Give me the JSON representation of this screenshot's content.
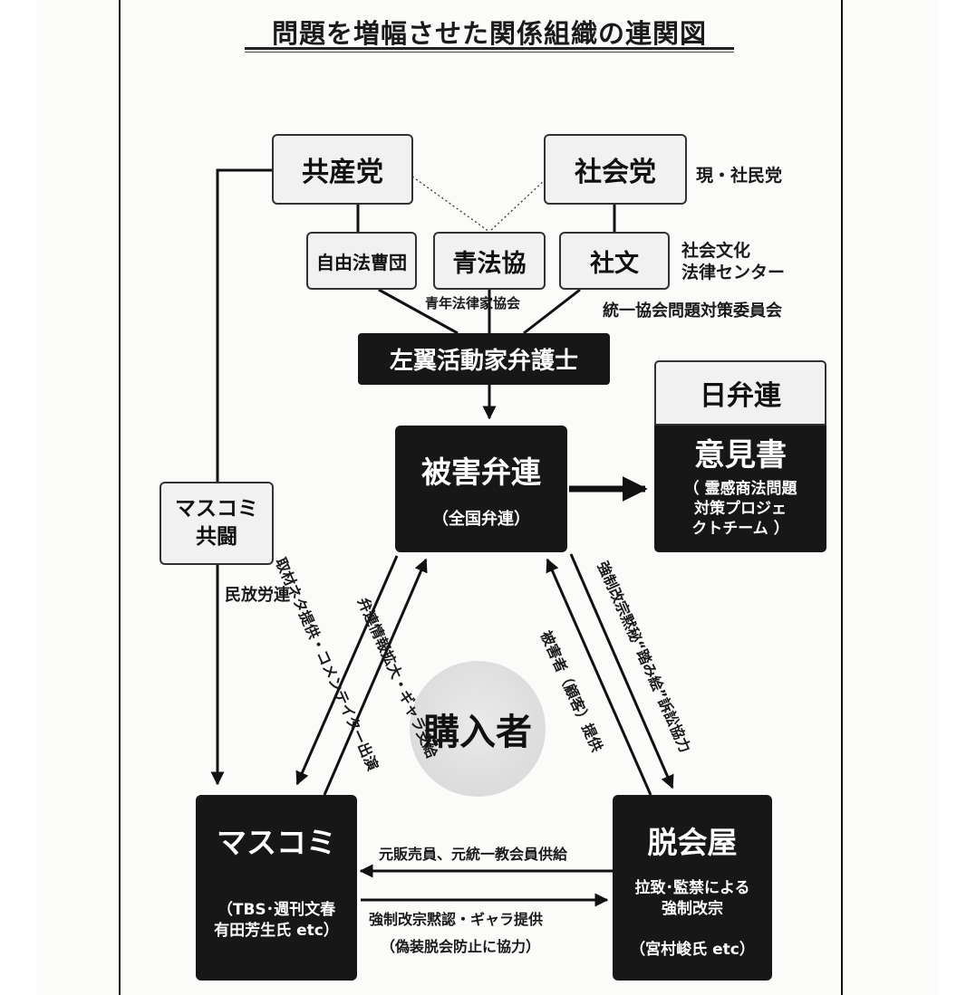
{
  "title": "問題を増幅させた関係組織の連関図",
  "nodes": {
    "kyosanto": "共産党",
    "shakaito": "社会党",
    "shakaito_note": "現・社民党",
    "jiyuhoso": "自由法曹団",
    "seihokyo": "青法協",
    "seihokyo_note": "青年法律家協会",
    "shabun": "社文",
    "shabun_note_1": "社会文化",
    "shabun_note_2": "法律センター",
    "shabun_note_3": "統一協会問題対策委員会",
    "sayoku": "左翼活動家弁護士",
    "nichibenren": "日弁連",
    "ikensho": "意見書",
    "ikensho_note_1": "（ 霊感商法問題",
    "ikensho_note_2": "対策プロジェ",
    "ikensho_note_3": "クトチーム ）",
    "higai_benren": "被害弁連",
    "higai_benren_sub": "（全国弁連）",
    "masukomi_kyoto_1": "マスコミ",
    "masukomi_kyoto_2": "共闘",
    "minpororen": "民放労連",
    "masukomi": "マスコミ",
    "masukomi_sub_1": "（TBS･週刊文春",
    "masukomi_sub_2": "有田芳生氏 etc）",
    "dakkaiya": "脱会屋",
    "dakkaiya_sub_1": "拉致･監禁による",
    "dakkaiya_sub_2": "強制改宗",
    "dakkaiya_sub_3": "（宮村峻氏 etc）",
    "konyusha": "購入者"
  },
  "edge_labels": {
    "shuzai": "取材ネタ提供・コメンテイター出演",
    "benren_joho": "弁連情報拡大・ギャラ支給",
    "higaisha": "被害者（顧客）提供",
    "kyosei": "強制改宗黙秘“踏み絵”訴訟協力",
    "motohanbai": "元販売員、元統一教会員供給",
    "kyosei_gyara": "強制改宗黙認・ギャラ提供",
    "giso": "（偽装脱会防止に協力）"
  },
  "colors": {
    "ink": "#111111",
    "dark_box": "#171717",
    "light_box": "#f1f1f1",
    "circle": "#dcdcdc"
  }
}
